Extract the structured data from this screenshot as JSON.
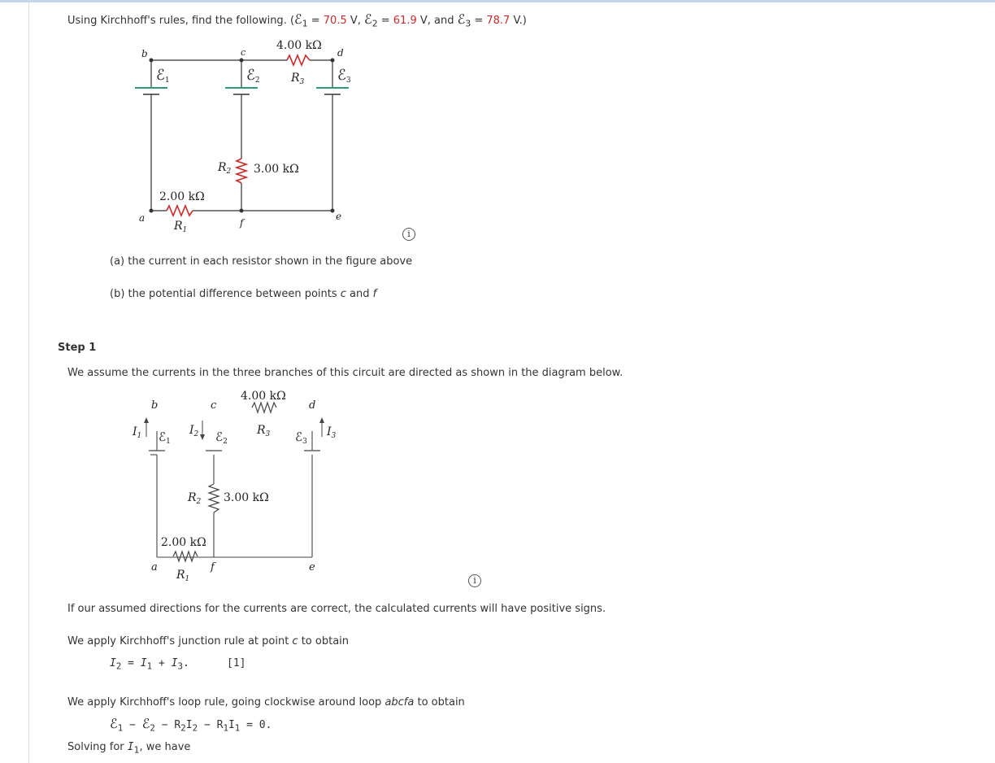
{
  "problem": {
    "intro": "Using Kirchhoff's rules, find the following. (",
    "emf1_sym": "ℰ",
    "emf1_sub": "1",
    "emf1_eq": " = ",
    "emf1_val": "70.5",
    "emf1_unit": " V, ",
    "emf2_sym": "ℰ",
    "emf2_sub": "2",
    "emf2_eq": " = ",
    "emf2_val": "61.9",
    "emf2_unit": " V, and ",
    "emf3_sym": "ℰ",
    "emf3_sub": "3",
    "emf3_eq": " = ",
    "emf3_val": "78.7",
    "emf3_unit": " V.)",
    "part_a": "(a) the current in each resistor shown in the figure above",
    "part_b_pre": "(b) the potential difference between points ",
    "part_b_c": "c",
    "part_b_mid": " and ",
    "part_b_f": "f"
  },
  "figure1": {
    "r3_value": "4.00 kΩ",
    "r3_label": "R",
    "r3_sub": "3",
    "r2_value": "3.00 kΩ",
    "r2_label": "R",
    "r2_sub": "2",
    "r1_value": "2.00 kΩ",
    "r1_label": "R",
    "r1_sub": "1",
    "e_sym": "ℰ",
    "e1_sub": "1",
    "e2_sub": "2",
    "e3_sub": "3",
    "pt_a": "a",
    "pt_b": "b",
    "pt_c": "c",
    "pt_d": "d",
    "pt_e": "e",
    "pt_f": "f"
  },
  "figure2": {
    "r3_value": "4.00 kΩ",
    "r3_label": "R",
    "r3_sub": "3",
    "r2_value": "3.00 kΩ",
    "r2_label": "R",
    "r2_sub": "2",
    "r1_value": "2.00 kΩ",
    "r1_label": "R",
    "r1_sub": "1",
    "e_sym": "ℰ",
    "e1_sub": "1",
    "e2_sub": "2",
    "e3_sub": "3",
    "i_sym": "I",
    "i1_sub": "1",
    "i2_sub": "2",
    "i3_sub": "3",
    "pt_a": "a",
    "pt_b": "b",
    "pt_c": "c",
    "pt_d": "d",
    "pt_e": "e",
    "pt_f": "f"
  },
  "step1": {
    "title": "Step 1",
    "assume": "We assume the currents in the three branches of this circuit are directed as shown in the diagram below.",
    "positive": "If our assumed directions for the currents are correct, the calculated currents will have positive signs.",
    "junction_pre": "We apply Kirchhoff's junction rule at point ",
    "junction_pt": "c",
    "junction_post": " to obtain",
    "eq1_I": "I",
    "eq1_s2": "2",
    "eq1_mid": " = ",
    "eq1_s1": "1",
    "eq1_plus": " + ",
    "eq1_s3": "3",
    "eq1_end": ".",
    "eq1_ref": "[1]",
    "loop_pre": "We apply Kirchhoff's loop rule, going clockwise around loop ",
    "loop_name": "abcfa",
    "loop_post": " to obtain",
    "eq2_e": "ℰ",
    "eq2_s1": "1",
    "eq2_minus": " − ",
    "eq2_s2": "2",
    "eq2_R": "R",
    "eq2_I": "I",
    "eq2_end": " = 0.",
    "solving_pre": "Solving for ",
    "solving_I": "I",
    "solving_sub": "1",
    "solving_post": ", we have"
  },
  "icons": {
    "info": "info-icon"
  },
  "colors": {
    "emf_value": "#cc2a2a",
    "resistor": "#cc2a2a",
    "battery_plate": "#2a9a7a"
  }
}
